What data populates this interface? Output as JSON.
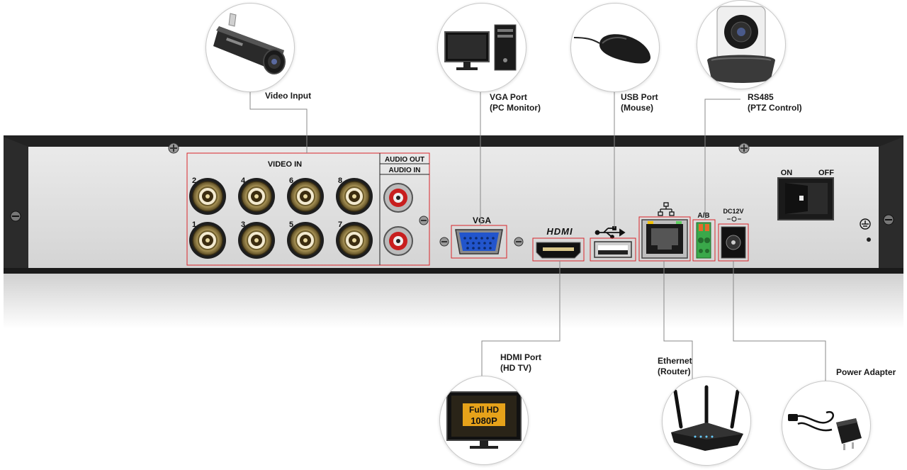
{
  "labels": {
    "video_input": "Video Input",
    "vga_port": [
      "VGA Port",
      "(PC Monitor)"
    ],
    "usb_port": [
      "USB Port",
      "(Mouse)"
    ],
    "rs485": [
      "RS485",
      "(PTZ Control)"
    ],
    "hdmi_port": [
      "HDMI Port",
      "(HD TV)"
    ],
    "ethernet": [
      "Ethernet",
      "(Router)"
    ],
    "power_adapter": "Power Adapter"
  },
  "panel": {
    "video_in": "VIDEO IN",
    "audio_out": "AUDIO OUT",
    "audio_in": "AUDIO IN",
    "channels_top": [
      "2",
      "4",
      "6",
      "8"
    ],
    "channels_bottom": [
      "1",
      "3",
      "5",
      "7"
    ],
    "vga": "VGA",
    "hdmi": "HDMI",
    "ab": "A/B",
    "dc12v": "DC12V",
    "on": "ON",
    "off": "OFF"
  },
  "tv_screen": {
    "line1": "Full HD",
    "line2": "1080P"
  },
  "colors": {
    "callout_line": "#888888",
    "highlight": "#d9252a",
    "vga_blue": "#2255cc",
    "terminal_green": "#3aa84a",
    "switch_red": "#c81e1e"
  }
}
